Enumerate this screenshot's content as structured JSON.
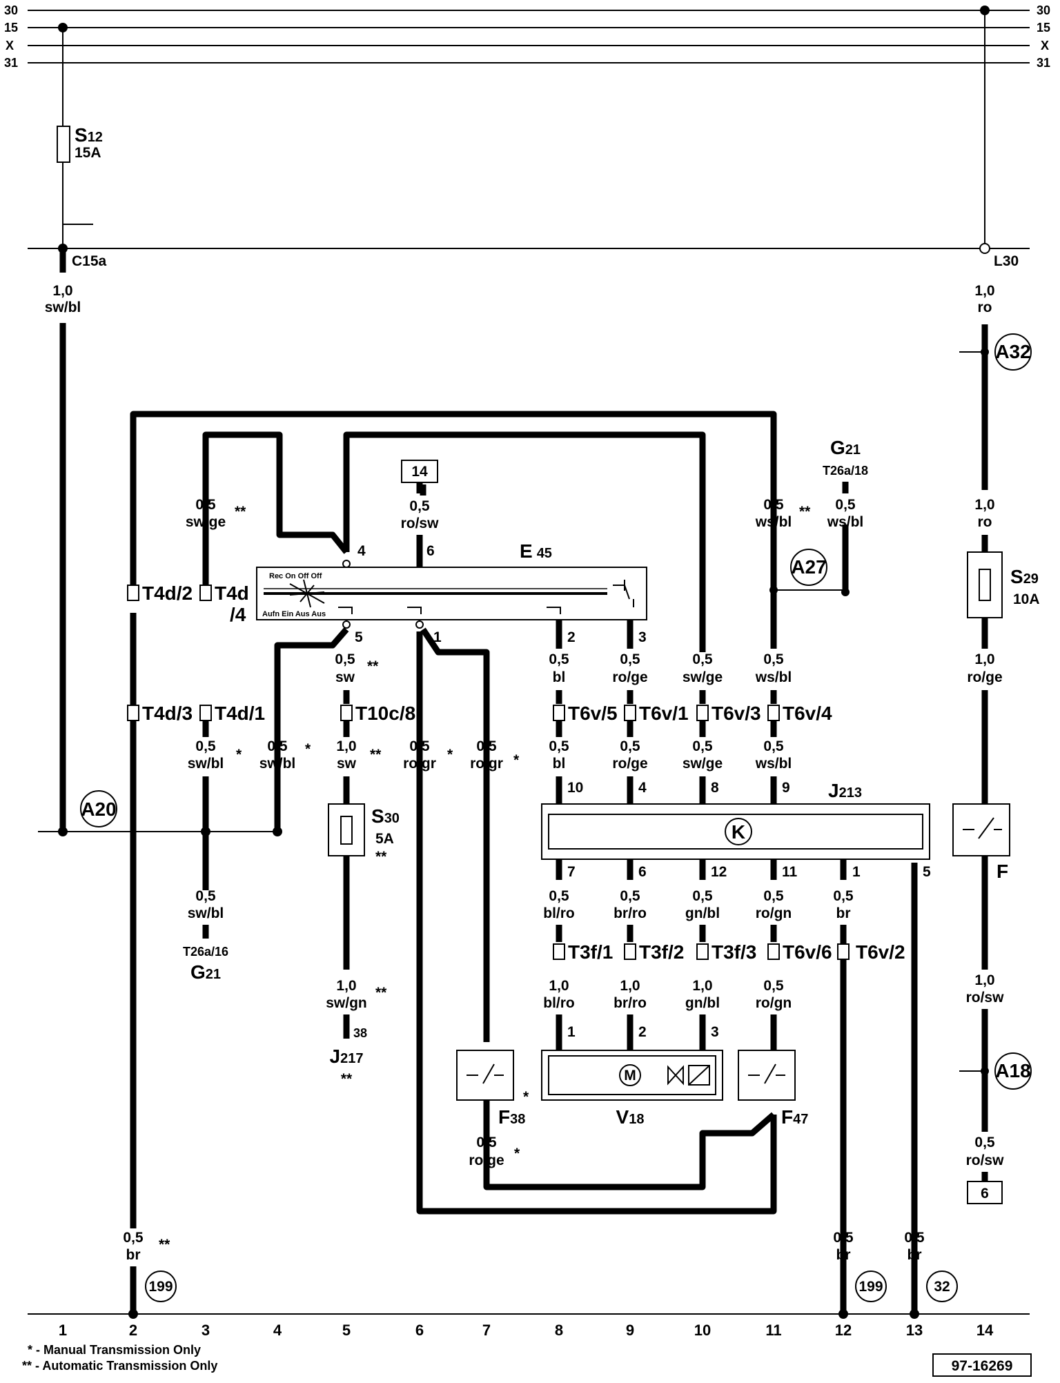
{
  "rails": {
    "left": [
      "30",
      "15",
      "X",
      "31"
    ],
    "right": [
      "30",
      "15",
      "X",
      "31"
    ]
  },
  "components": {
    "s12": {
      "name": "S",
      "sub": "12",
      "rating": "15A"
    },
    "c15a": "C15a",
    "l30": "L30",
    "a32": "A32",
    "a27": "A27",
    "a20": "A20",
    "a18": "A18",
    "g21_top": {
      "name": "G",
      "sub": "21",
      "pin": "T26a/18"
    },
    "g21_bottom": {
      "name": "G",
      "sub": "21",
      "pin": "T26a/16"
    },
    "e45": {
      "name": "E",
      "sub": "45",
      "switch_top": "Rec On Off Off",
      "switch_bottom": "Aufn Ein Aus Aus"
    },
    "s29": {
      "name": "S",
      "sub": "29",
      "rating": "10A"
    },
    "s30": {
      "name": "S",
      "sub": "30",
      "rating": "5A"
    },
    "j213": {
      "name": "J",
      "sub": "213",
      "symbol": "K"
    },
    "j217": {
      "name": "J",
      "sub": "217",
      "pin": "38"
    },
    "f": "F",
    "f38": {
      "name": "F",
      "sub": "38"
    },
    "f47": {
      "name": "F",
      "sub": "47"
    },
    "v18": {
      "name": "V",
      "sub": "18"
    },
    "ref14": "14",
    "ref6": "6",
    "ref199a": "199",
    "ref199b": "199",
    "ref32": "32"
  },
  "wires": {
    "c15a": {
      "size": "1,0",
      "color": "sw/bl"
    },
    "l30_a": {
      "size": "1,0",
      "color": "ro"
    },
    "l30_b": {
      "size": "1,0",
      "color": "ro"
    },
    "s29_out": {
      "size": "1,0",
      "color": "ro/ge"
    },
    "f_out": {
      "size": "1,0",
      "color": "ro/sw"
    },
    "ref6": {
      "size": "0,5",
      "color": "ro/sw"
    },
    "t4d4": {
      "size": "0,5",
      "color": "sw/ge",
      "mark": "**"
    },
    "ref14": {
      "size": "0,5",
      "color": "ro/sw"
    },
    "ws_bl": {
      "size": "0,5",
      "color": "ws/bl",
      "mark": "**"
    },
    "g21_top": {
      "size": "0,5",
      "color": "ws/bl"
    },
    "pin5": {
      "size": "0,5",
      "color": "sw",
      "mark": "**"
    },
    "pin2": {
      "size": "0,5",
      "color": "bl"
    },
    "pin3": {
      "size": "0,5",
      "color": "ro/ge"
    },
    "sw_ge": {
      "size": "0,5",
      "color": "sw/ge"
    },
    "ws_bl2": {
      "size": "0,5",
      "color": "ws/bl"
    },
    "t4d3": {
      "size": "0,5",
      "color": "sw/bl",
      "mark": "*"
    },
    "t4d1": {
      "size": "0,5",
      "color": "sw/bl",
      "mark": "*"
    },
    "t10c8": {
      "size": "1,0",
      "color": "sw",
      "mark": "**"
    },
    "rogr1": {
      "size": "0,5",
      "color": "ro/gr",
      "mark": "*"
    },
    "rogr2": {
      "size": "0,5",
      "color": "ro/gr",
      "mark": "*"
    },
    "j10": {
      "size": "0,5",
      "color": "bl"
    },
    "j4": {
      "size": "0,5",
      "color": "ro/ge"
    },
    "j8": {
      "size": "0,5",
      "color": "sw/ge"
    },
    "j9": {
      "size": "0,5",
      "color": "ws/bl"
    },
    "g21_bot": {
      "size": "0,5",
      "color": "sw/bl"
    },
    "j7": {
      "size": "0,5",
      "color": "bl/ro"
    },
    "j6": {
      "size": "0,5",
      "color": "br/ro"
    },
    "j12": {
      "size": "0,5",
      "color": "gn/bl"
    },
    "j11": {
      "size": "0,5",
      "color": "ro/gn"
    },
    "j1": {
      "size": "0,5",
      "color": "br"
    },
    "v1": {
      "size": "1,0",
      "color": "bl/ro"
    },
    "v2": {
      "size": "1,0",
      "color": "br/ro"
    },
    "v3": {
      "size": "1,0",
      "color": "gn/bl"
    },
    "f47in": {
      "size": "0,5",
      "color": "ro/gn"
    },
    "s30out": {
      "size": "1,0",
      "color": "sw/gn",
      "mark": "**"
    },
    "f38out": {
      "size": "0,5",
      "color": "ro/ge",
      "mark": "*"
    },
    "gnd2": {
      "size": "0,5",
      "color": "br",
      "mark": "**"
    },
    "gnd12": {
      "size": "0,5",
      "color": "br"
    },
    "gnd13": {
      "size": "0,5",
      "color": "br"
    }
  },
  "connectors": {
    "t4d2": "T4d/2",
    "t4d4a": "T4d",
    "t4d4b": "/4",
    "t4d3": "T4d/3",
    "t4d1": "T4d/1",
    "t10c8": "T10c/8",
    "t6v5": "T6v/5",
    "t6v1": "T6v/1",
    "t6v3": "T6v/3",
    "t6v4": "T6v/4",
    "t3f1": "T3f/1",
    "t3f2": "T3f/2",
    "t3f3": "T3f/3",
    "t6v6": "T6v/6",
    "t6v2": "T6v/2"
  },
  "pins": {
    "e4": "4",
    "e6": "6",
    "e5": "5",
    "e1": "1",
    "e2": "2",
    "e3": "3",
    "j10": "10",
    "j4": "4",
    "j8": "8",
    "j9": "9",
    "j7": "7",
    "j6": "6",
    "j12": "12",
    "j11": "11",
    "j1": "1",
    "j5": "5",
    "v1": "1",
    "v2": "2",
    "v3": "3",
    "s30mark": "**",
    "j217mark": "**",
    "f38mark": "*"
  },
  "columns": [
    "1",
    "2",
    "3",
    "4",
    "5",
    "6",
    "7",
    "8",
    "9",
    "10",
    "11",
    "12",
    "13",
    "14"
  ],
  "footnotes": {
    "manual": "* - Manual Transmission Only",
    "auto": "** - Automatic Transmission Only"
  },
  "diagram_id": "97-16269"
}
